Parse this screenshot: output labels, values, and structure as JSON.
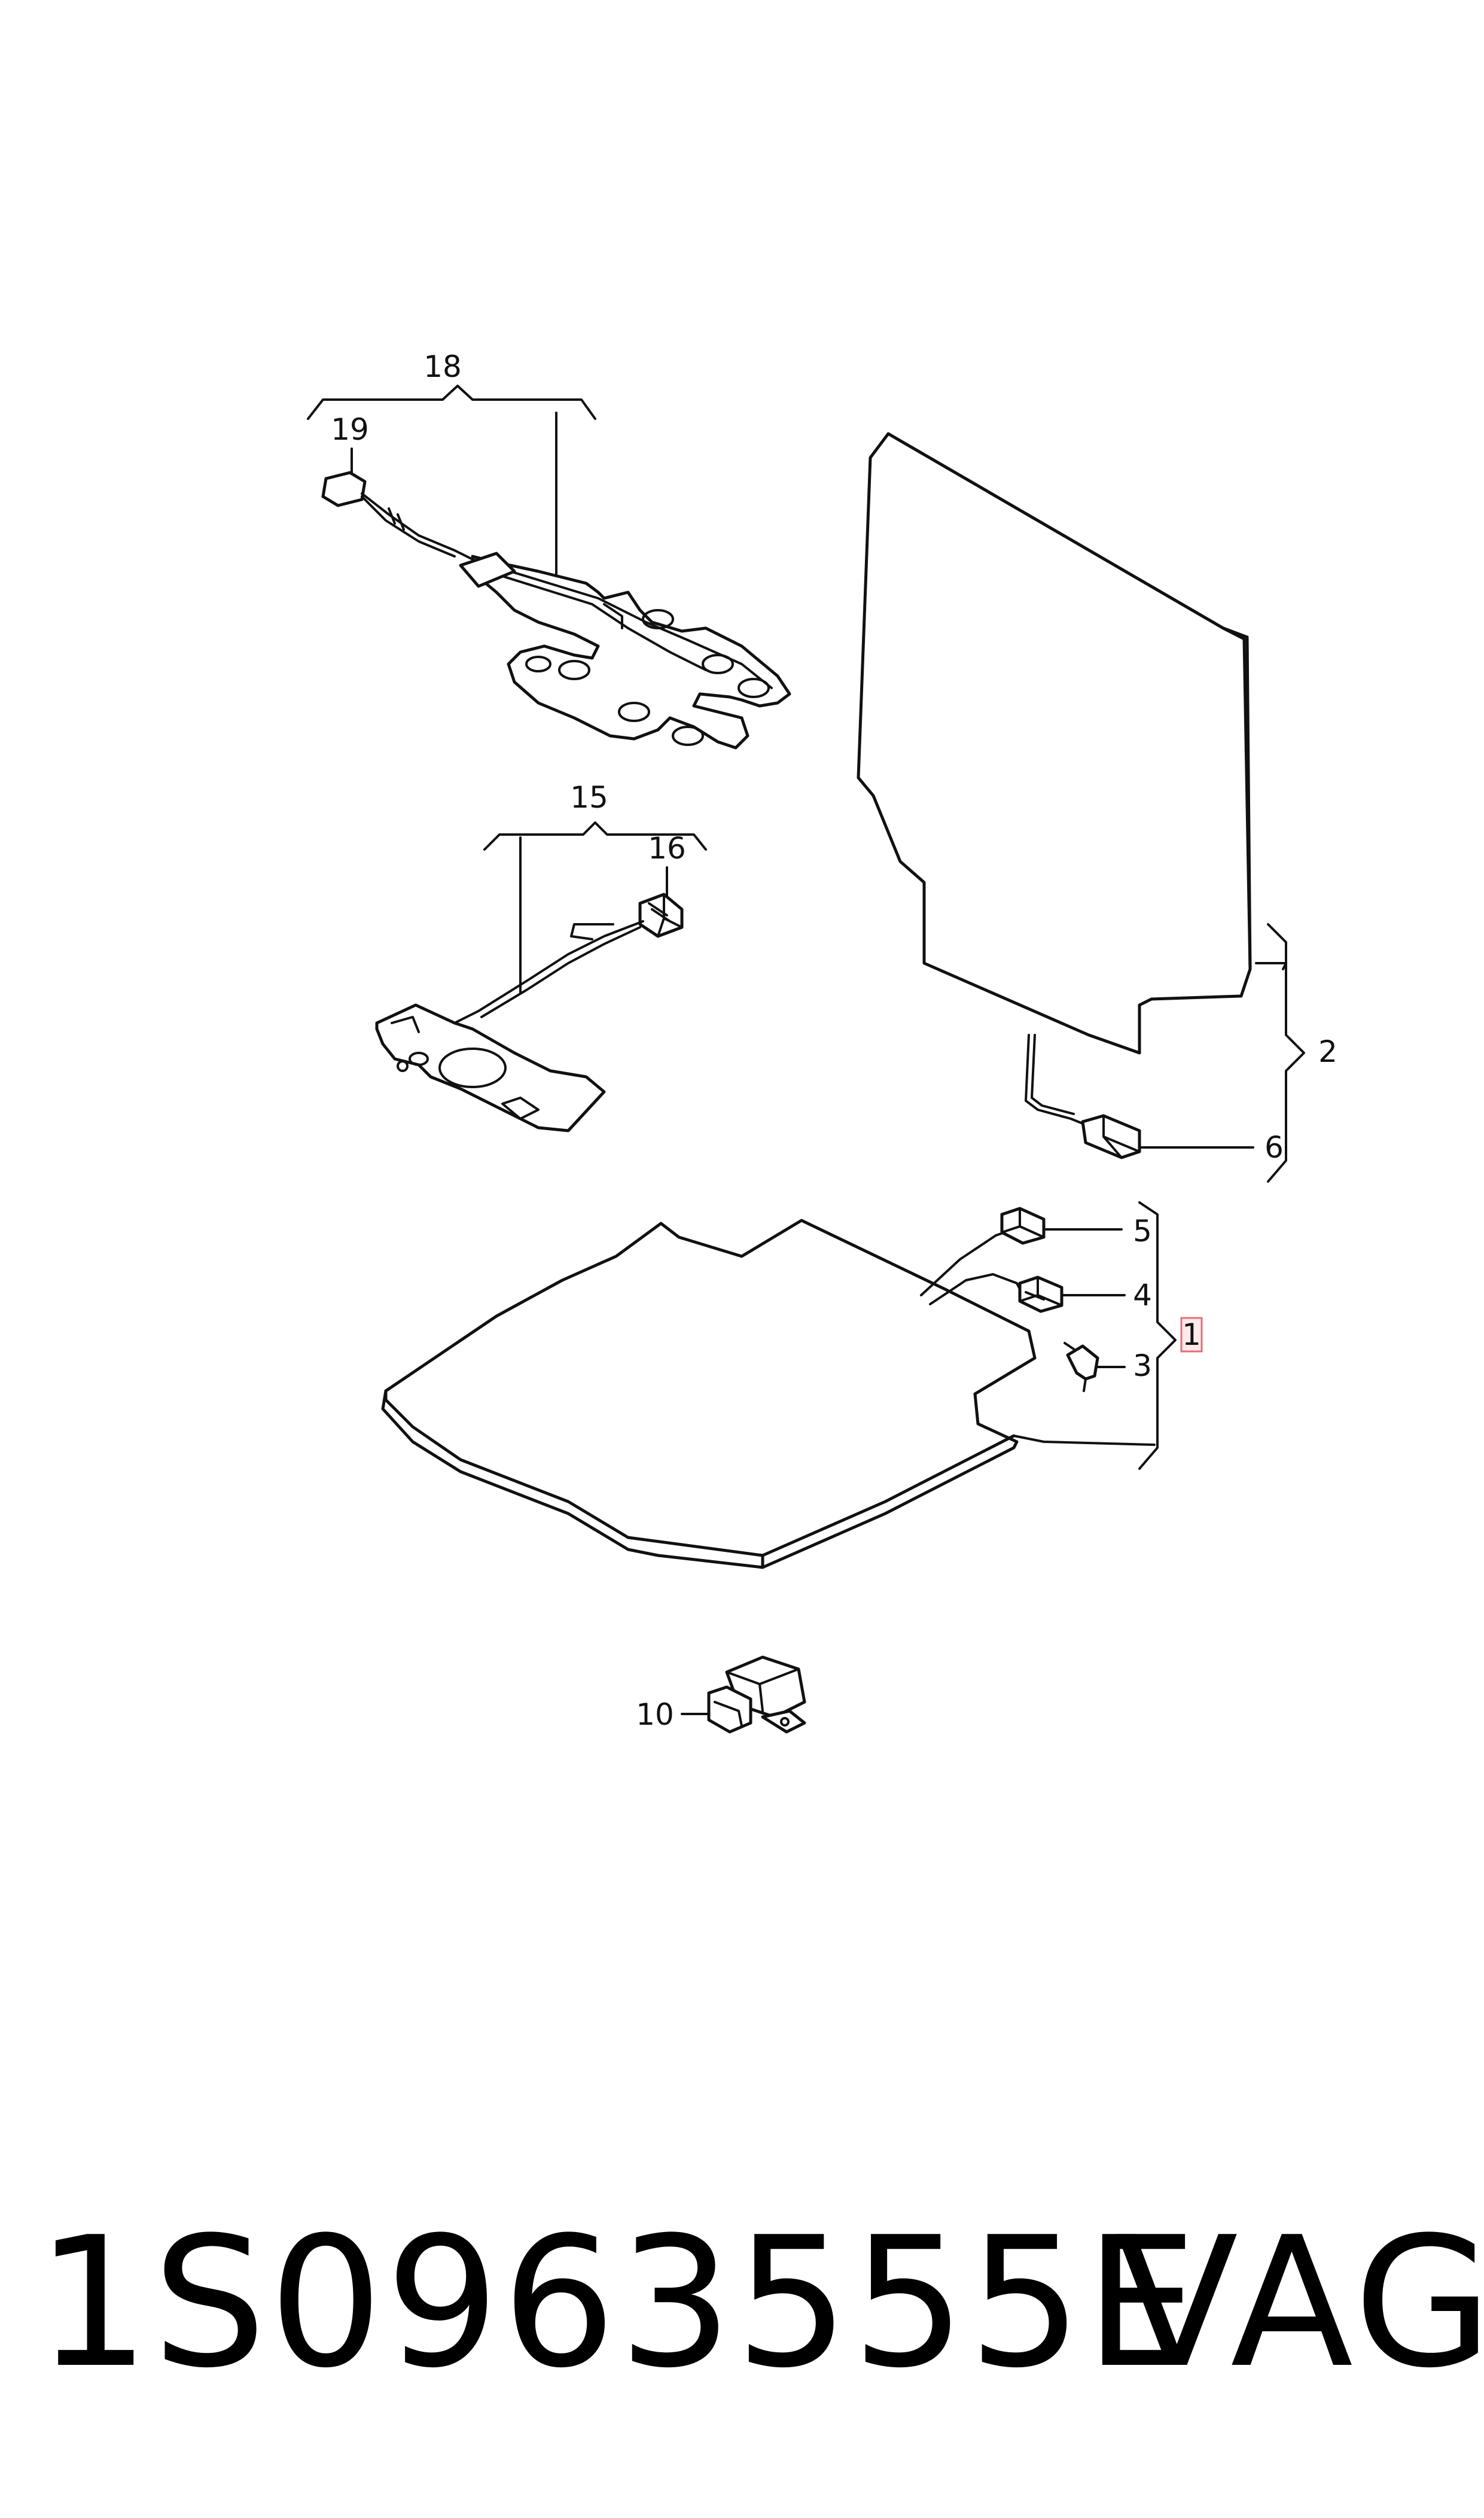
{
  "callouts": {
    "c18": "18",
    "c19": "19",
    "c15": "15",
    "c16": "16",
    "c2": "2",
    "c6": "6",
    "c5": "5",
    "c4": "4",
    "c1": "1",
    "c3": "3",
    "c10": "10"
  },
  "footer": {
    "part_number": "1S0963555E",
    "brand": "VAG"
  },
  "colors": {
    "line": "#111111",
    "highlight_fill": "#fde8ea",
    "highlight_stroke": "#e0707a"
  }
}
